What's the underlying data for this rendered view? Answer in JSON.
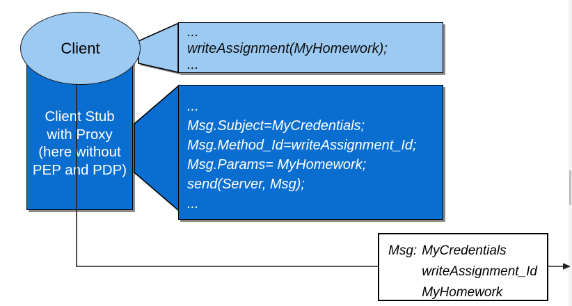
{
  "colors": {
    "light_blue": "#9CCAF2",
    "dark_blue": "#0A6ED0",
    "shadow_gray": "#8C8C8C",
    "outline": "#000000"
  },
  "client": {
    "label": "Client"
  },
  "client_stub": {
    "lines": [
      "Client Stub",
      "with Proxy",
      "(here without",
      "PEP and PDP)"
    ]
  },
  "client_code_callout": {
    "lines": [
      "...",
      "writeAssignment(MyHomework);",
      "..."
    ]
  },
  "stub_code_callout": {
    "lines": [
      "...",
      "Msg.Subject=MyCredentials;",
      "Msg.Method_Id=writeAssignment_Id;",
      "Msg.Params= MyHomework;",
      "send(Server, Msg);",
      "..."
    ]
  },
  "message_box": {
    "prefix": "Msg:",
    "lines": [
      "MyCredentials",
      "writeAssignment_Id",
      "MyHomework"
    ]
  }
}
